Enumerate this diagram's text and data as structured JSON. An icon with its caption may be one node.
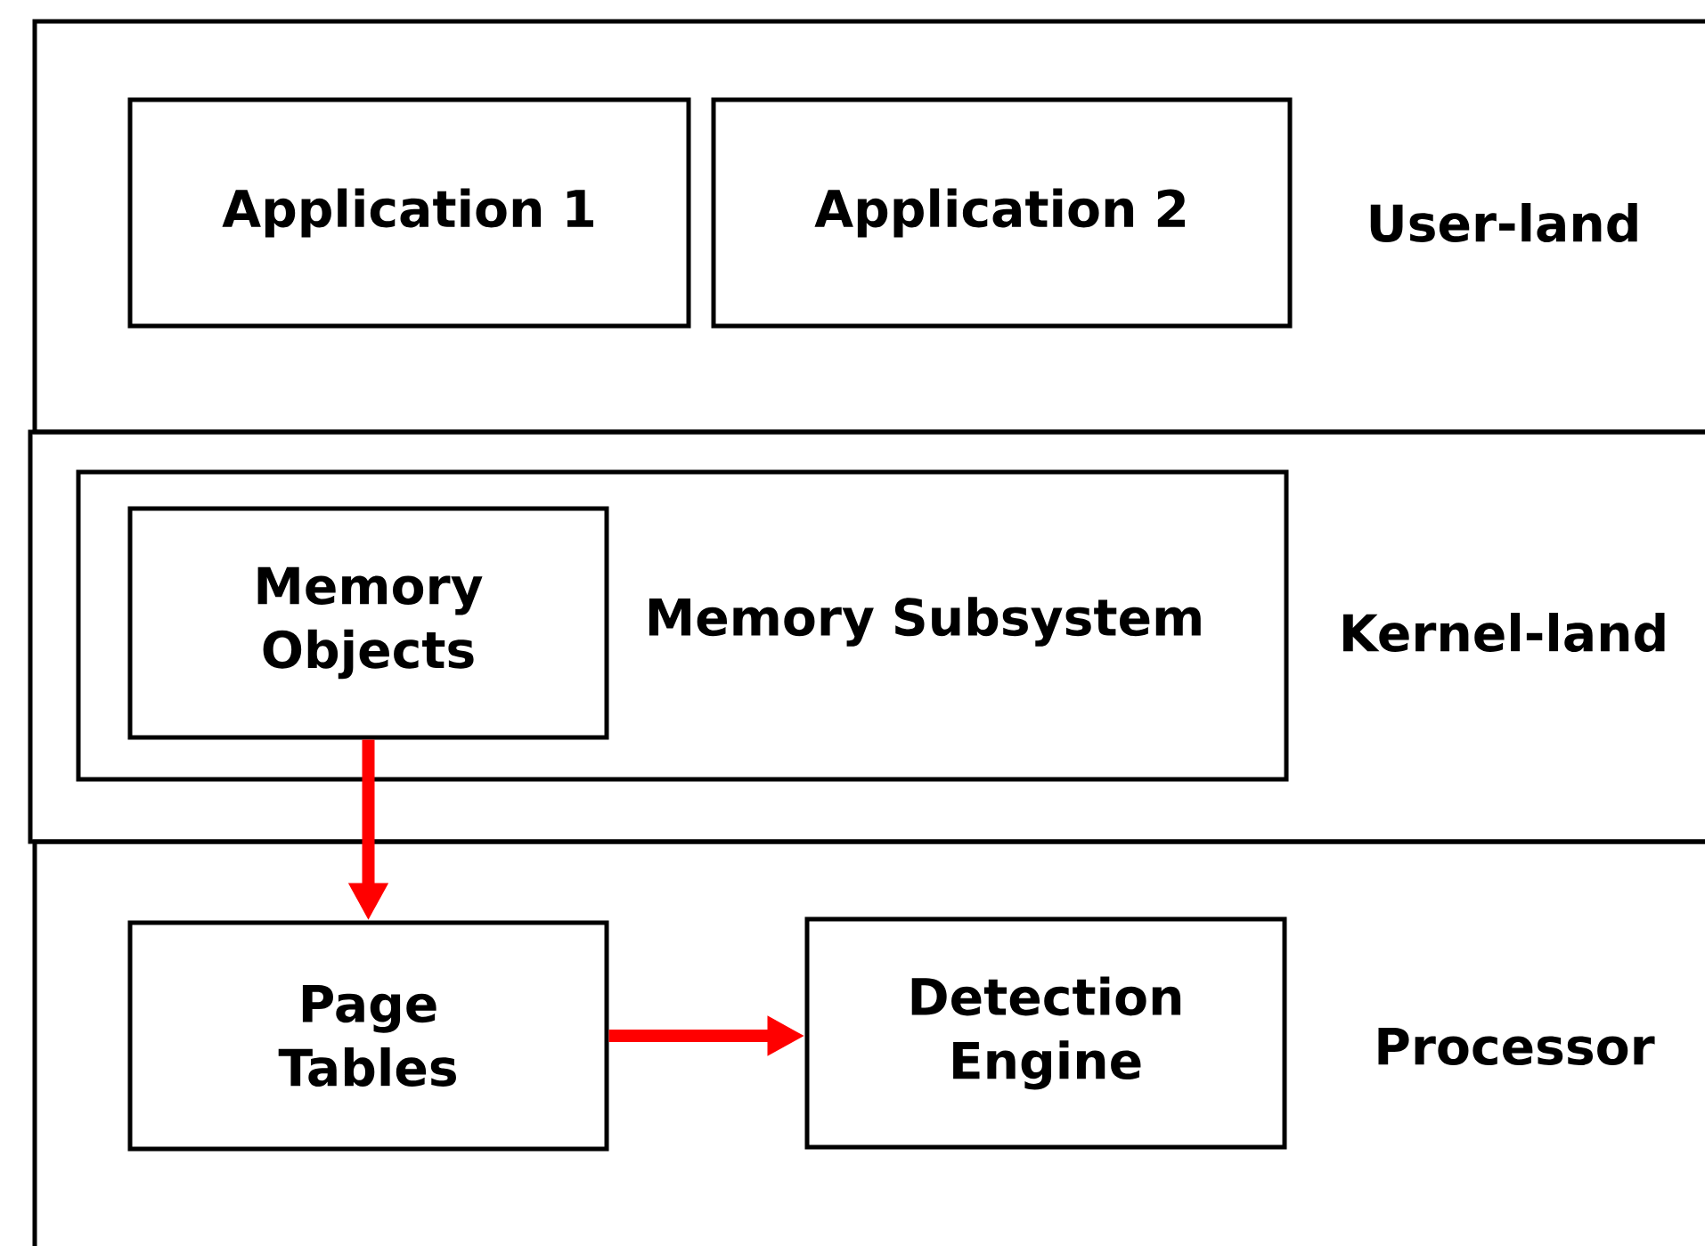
{
  "diagram": {
    "nodes": [
      {
        "text": [
          "User-land"
        ]
      },
      {
        "text": [
          "Application 1"
        ],
        "in": 0
      },
      {
        "text": [
          "Application 2"
        ],
        "in": 0
      },
      {
        "text": [
          "Kernel-land"
        ]
      },
      {
        "text": [
          "Memory Subsystem"
        ],
        "in": 3
      },
      {
        "text": [
          "Memory Objects"
        ],
        "in": 4
      },
      {
        "text": [
          "Processor"
        ]
      },
      {
        "text": [
          "Page Tables"
        ],
        "in": 6
      },
      {
        "text": [
          "Detection Engine"
        ],
        "in": 6
      }
    ],
    "edges": [
      {
        "from": 5,
        "to": 7,
        "arrow": "to",
        "color": "#ff0000"
      },
      {
        "from": 7,
        "to": 8,
        "arrow": "to",
        "color": "#ff0000"
      }
    ]
  }
}
